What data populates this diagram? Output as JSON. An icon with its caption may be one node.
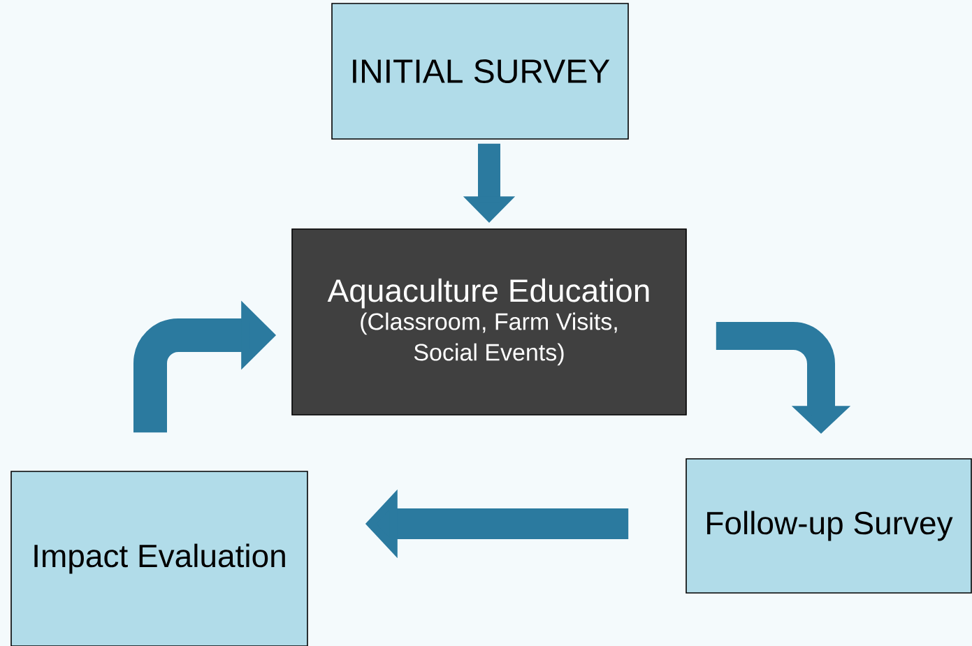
{
  "diagram": {
    "nodes": [
      {
        "text": [
          "INITIAL SURVEY"
        ]
      },
      {
        "text": [
          "Aquaculture Education",
          "(Classroom, Farm Visits, Social Events)"
        ]
      },
      {
        "text": [
          "Follow-up Survey"
        ]
      },
      {
        "text": [
          "Impact Evaluation"
        ]
      }
    ],
    "edges": [
      {
        "from": 0,
        "to": 1,
        "arrow": "to"
      },
      {
        "from": 1,
        "to": 2,
        "arrow": "to"
      },
      {
        "from": 2,
        "to": 3,
        "arrow": "to"
      },
      {
        "from": 3,
        "to": 1,
        "arrow": "to"
      }
    ]
  }
}
